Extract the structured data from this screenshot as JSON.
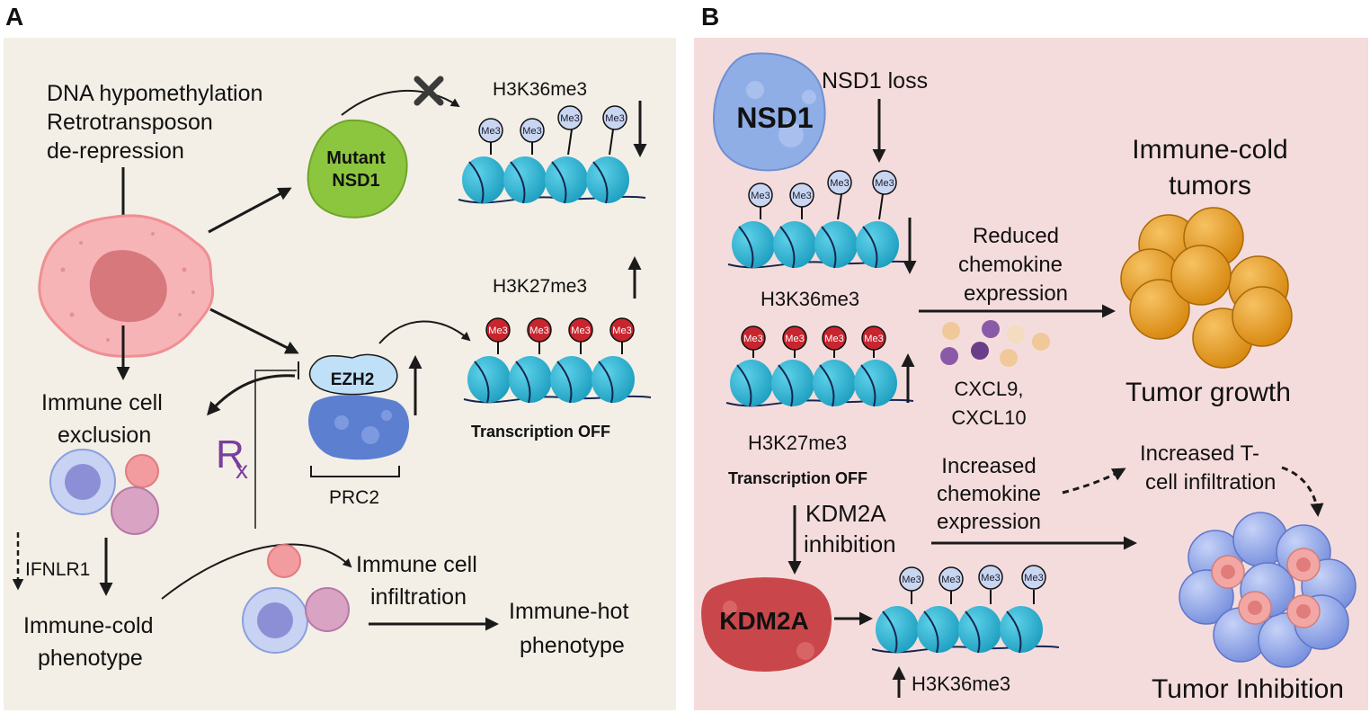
{
  "panel_a": {
    "letter": "A",
    "dna_hypomethylation": "DNA hypomethylation",
    "retrotransposon": "Retrotransposon",
    "de_repression": "de-repression",
    "mutant": "Mutant",
    "nsd1": "NSD1",
    "h3k36me3": "H3K36me3",
    "h3k27me3": "H3K27me3",
    "ezh2": "EZH2",
    "prc2": "PRC2",
    "transcription_off": "Transcription OFF",
    "immune_cell": "Immune cell",
    "exclusion": "exclusion",
    "ifnlr1": "IFNLR1",
    "immune_cold": "Immune-cold",
    "phenotype": "phenotype",
    "rx": "R",
    "rx_sub": "x",
    "infiltration": "infiltration",
    "immune_hot": "Immune-hot",
    "phenotype_hot": "phenotype",
    "me3": "Me3"
  },
  "panel_b": {
    "letter": "B",
    "nsd1": "NSD1",
    "nsd1_loss": "NSD1 loss",
    "h3k36me3": "H3K36me3",
    "h3k27me3": "H3K27me3",
    "transcription_off": "Transcription OFF",
    "reduced": "Reduced",
    "chemokine": "chemokine",
    "expression": "expression",
    "immune_cold": "Immune-cold",
    "tumors": "tumors",
    "cxcl9": "CXCL9,",
    "cxcl10": "CXCL10",
    "tumor_growth": "Tumor growth",
    "increased": "Increased",
    "chemokine2": "chemokine",
    "expression2": "expression",
    "increased_t": "Increased T-",
    "cell_infiltration": "cell infiltration",
    "kdm2a_label": "KDM2A",
    "inhibition": "inhibition",
    "kdm2a": "KDM2A",
    "h3k36me3_b": "H3K36me3",
    "tumor_inhibition": "Tumor Inhibition",
    "me3": "Me3"
  },
  "colors": {
    "panel_a_bg": "#f3efe6",
    "panel_b_bg": "#f5dcdc",
    "nucleosome": "#2cb4d2",
    "me3_blue": "#c9d6f2",
    "me3_red": "#c8252e",
    "mutant_nsd1": "#8cc63f",
    "nsd1_blue": "#90aee6",
    "ezh2": "#bfe0f7",
    "prc2": "#5d7fd0",
    "cell_pink": "#f7b4b6",
    "tumor_orange": "#e59a1f",
    "kdm2a": "#c9474a",
    "rx_purple": "#7a3e9d"
  }
}
